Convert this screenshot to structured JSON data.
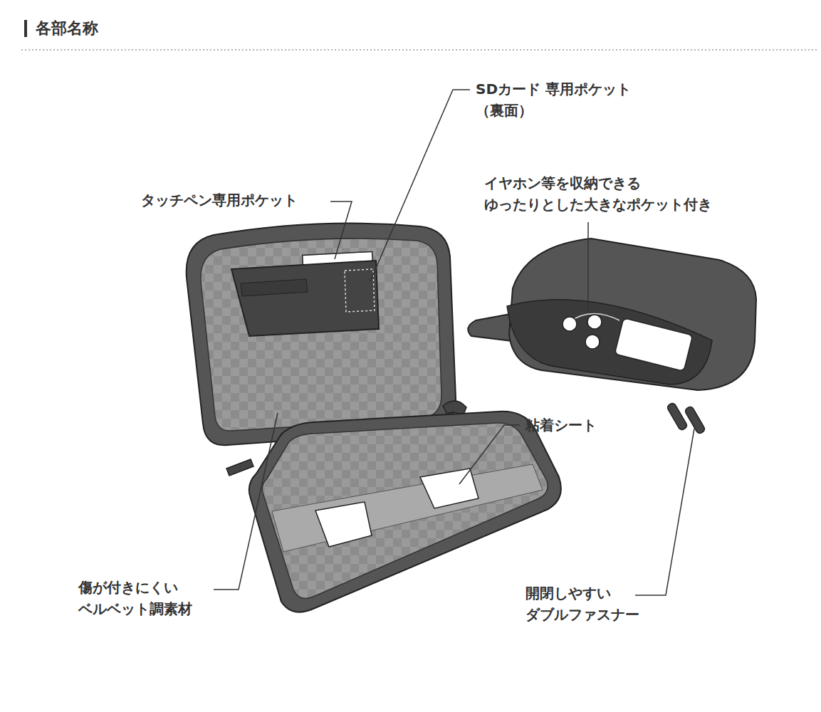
{
  "diagram": {
    "title": "各部名称",
    "labels": [
      "SDカード 専用ポケット（裏面）",
      "タッチペン専用ポケット",
      "イヤホン等を収納できる ゆったりとした大きなポケット付き",
      "粘着シート",
      "傷が付きにくい ベルベット調素材",
      "開閉しやすい ダブルファスナー"
    ]
  }
}
